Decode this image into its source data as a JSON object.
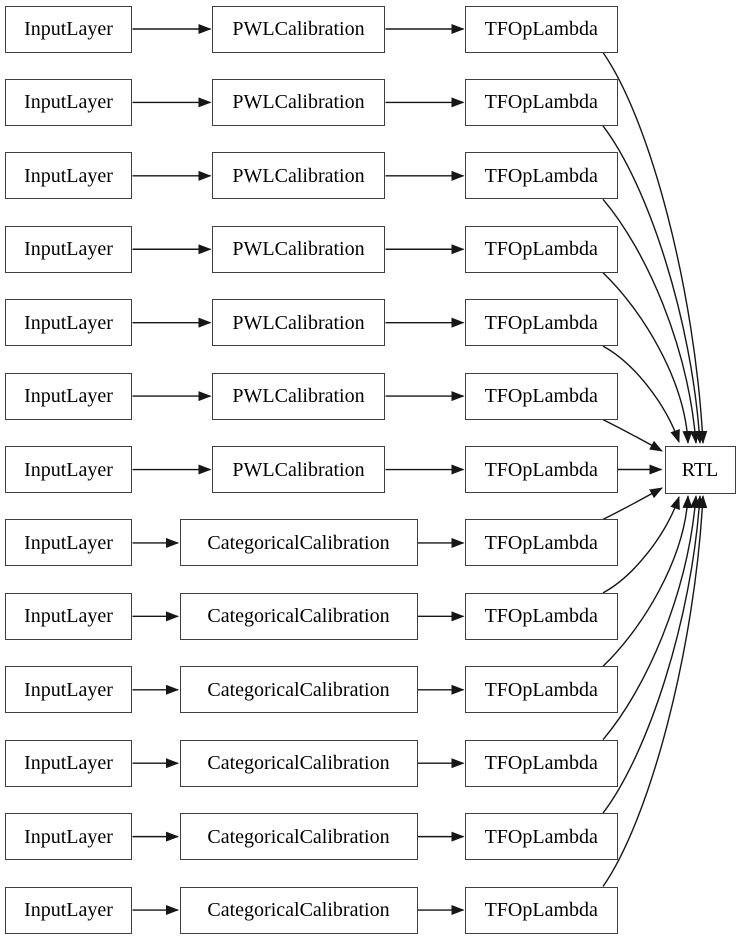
{
  "diagram": {
    "rtl": {
      "label": "RTL"
    },
    "rows": [
      {
        "input": "InputLayer",
        "calibration": "PWLCalibration",
        "op": "TFOpLambda"
      },
      {
        "input": "InputLayer",
        "calibration": "PWLCalibration",
        "op": "TFOpLambda"
      },
      {
        "input": "InputLayer",
        "calibration": "PWLCalibration",
        "op": "TFOpLambda"
      },
      {
        "input": "InputLayer",
        "calibration": "PWLCalibration",
        "op": "TFOpLambda"
      },
      {
        "input": "InputLayer",
        "calibration": "PWLCalibration",
        "op": "TFOpLambda"
      },
      {
        "input": "InputLayer",
        "calibration": "PWLCalibration",
        "op": "TFOpLambda"
      },
      {
        "input": "InputLayer",
        "calibration": "PWLCalibration",
        "op": "TFOpLambda"
      },
      {
        "input": "InputLayer",
        "calibration": "CategoricalCalibration",
        "op": "TFOpLambda"
      },
      {
        "input": "InputLayer",
        "calibration": "CategoricalCalibration",
        "op": "TFOpLambda"
      },
      {
        "input": "InputLayer",
        "calibration": "CategoricalCalibration",
        "op": "TFOpLambda"
      },
      {
        "input": "InputLayer",
        "calibration": "CategoricalCalibration",
        "op": "TFOpLambda"
      },
      {
        "input": "InputLayer",
        "calibration": "CategoricalCalibration",
        "op": "TFOpLambda"
      },
      {
        "input": "InputLayer",
        "calibration": "CategoricalCalibration",
        "op": "TFOpLambda"
      }
    ],
    "colors": {
      "canvas": "#ffffff",
      "node_fill": "#ffffff",
      "node_border": "#3f3f3f",
      "edge": "#161616",
      "text": "#000000"
    }
  }
}
